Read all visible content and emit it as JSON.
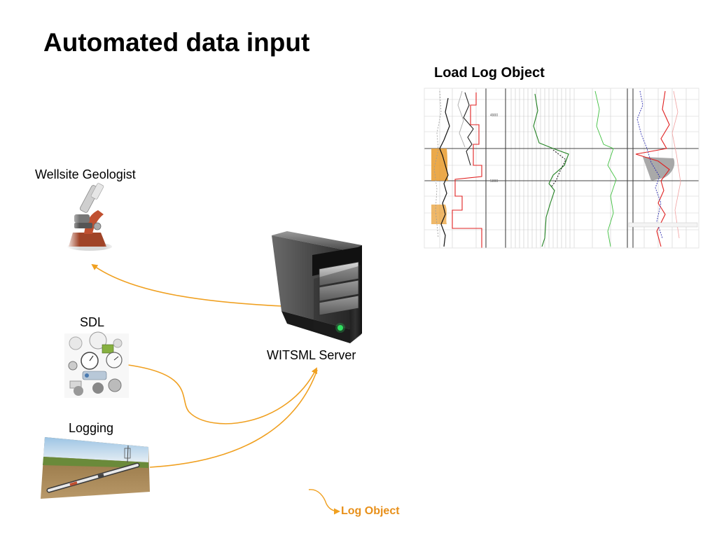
{
  "slide": {
    "title": "Automated data input"
  },
  "log_panel": {
    "title": "Load Log Object",
    "depth_labels": [
      "4900",
      "5000"
    ]
  },
  "nodes": {
    "geologist": "Wellsite Geologist",
    "sdl": "SDL",
    "logging": "Logging",
    "server": "WITSML Server"
  },
  "legend": {
    "label": "Log Object"
  },
  "colors": {
    "arrow": "#F0A020",
    "legend_text": "#E8901A",
    "curve_red": "#E02020",
    "curve_green": "#208020",
    "fill_orange": "#E89A2A"
  },
  "icons": {
    "geologist": "microscope-icon",
    "sdl": "instrument-gauges-icon",
    "logging": "logging-tool-icon",
    "server": "server-tower-icon"
  }
}
